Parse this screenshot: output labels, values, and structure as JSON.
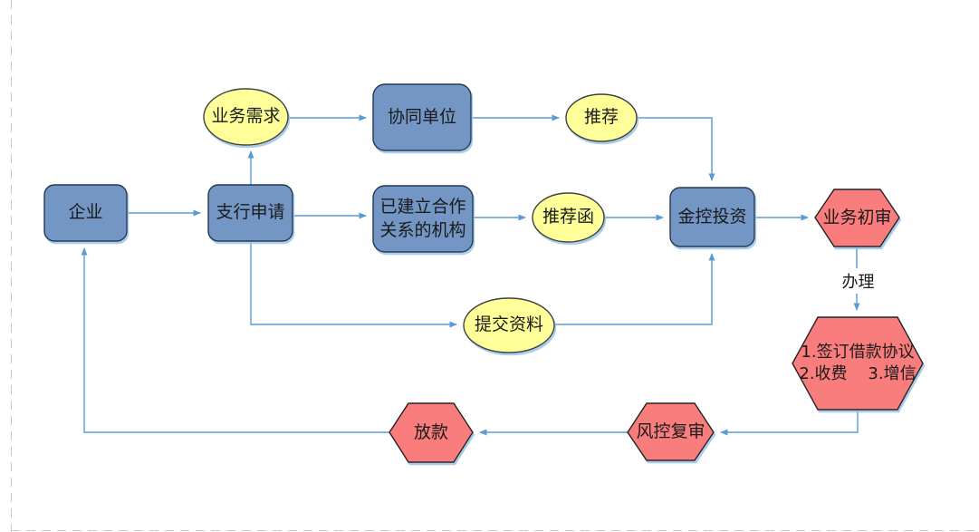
{
  "diagram": {
    "nodes": {
      "qiye": {
        "label": "企业"
      },
      "zhihang": {
        "label": "支行申请"
      },
      "yewuxuqiu": {
        "label": "业务需求"
      },
      "xietong": {
        "label": "协同单位"
      },
      "tuijian": {
        "label": "推荐"
      },
      "jigou": {
        "lines": [
          "已建立合作",
          "关系的机构"
        ]
      },
      "tuijianhan": {
        "label": "推荐函"
      },
      "jinkong": {
        "label": "金控投资"
      },
      "yewuchushen": {
        "label": "业务初审"
      },
      "qianding": {
        "lines": [
          "1.签订借款协议",
          "2.收费    3.增信"
        ]
      },
      "tijiaoziliao": {
        "label": "提交资料"
      },
      "fengkongfushen": {
        "label": "风控复审"
      },
      "fangkuan": {
        "label": "放款"
      }
    },
    "edge_labels": {
      "banli": "办理"
    },
    "colors": {
      "process_fill": "#7396C5",
      "process_stroke": "#24384F",
      "ellipse_fill": "#FFFF99",
      "ellipse_stroke": "#404040",
      "hexagon_fill": "#FA7D7D",
      "hexagon_stroke": "#202020",
      "connector": "#5B9BD5",
      "page_guide": "#C9C9C9",
      "shadow": "#9DC3E6"
    }
  }
}
